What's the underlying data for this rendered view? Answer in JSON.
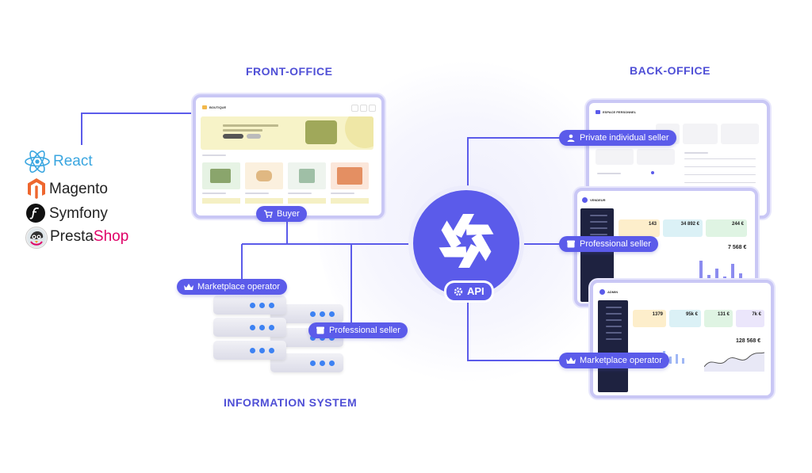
{
  "headings": {
    "front_office": "FRONT-OFFICE",
    "back_office": "BACK-OFFICE",
    "information_system": "INFORMATION SYSTEM"
  },
  "pills": {
    "buyer": "Buyer",
    "marketplace_operator_left": "Marketplace operator",
    "professional_seller_left": "Professional seller",
    "private_individual_seller": "Private individual seller",
    "professional_seller_right": "Professional seller",
    "marketplace_operator_right": "Marketplace operator",
    "api": "API"
  },
  "platforms": [
    "React",
    "Magento",
    "Symfony",
    "PrestaShop"
  ],
  "platform_split": {
    "presta": "Presta",
    "shop": "Shop"
  },
  "screens": {
    "boutique": {
      "title": "BOUTIQUE"
    },
    "espace": {
      "title": "ESPACE PERSONNEL"
    },
    "vendeur": {
      "title": "VENDEUR",
      "stats": [
        "143",
        "34 892 €",
        "244 €"
      ],
      "big": "7 568 €"
    },
    "admin": {
      "title": "ADMIN",
      "stats": [
        "1379",
        "95k €",
        "131 €",
        "7k €"
      ],
      "big": "128 568 €"
    }
  },
  "colors": {
    "accent": "#5b5bea",
    "heading": "#4f4fd6",
    "frame": "#c9c7f5",
    "line": "#5b5bea",
    "server_dot": "#3d82f3",
    "presta_pink": "#df0067"
  }
}
